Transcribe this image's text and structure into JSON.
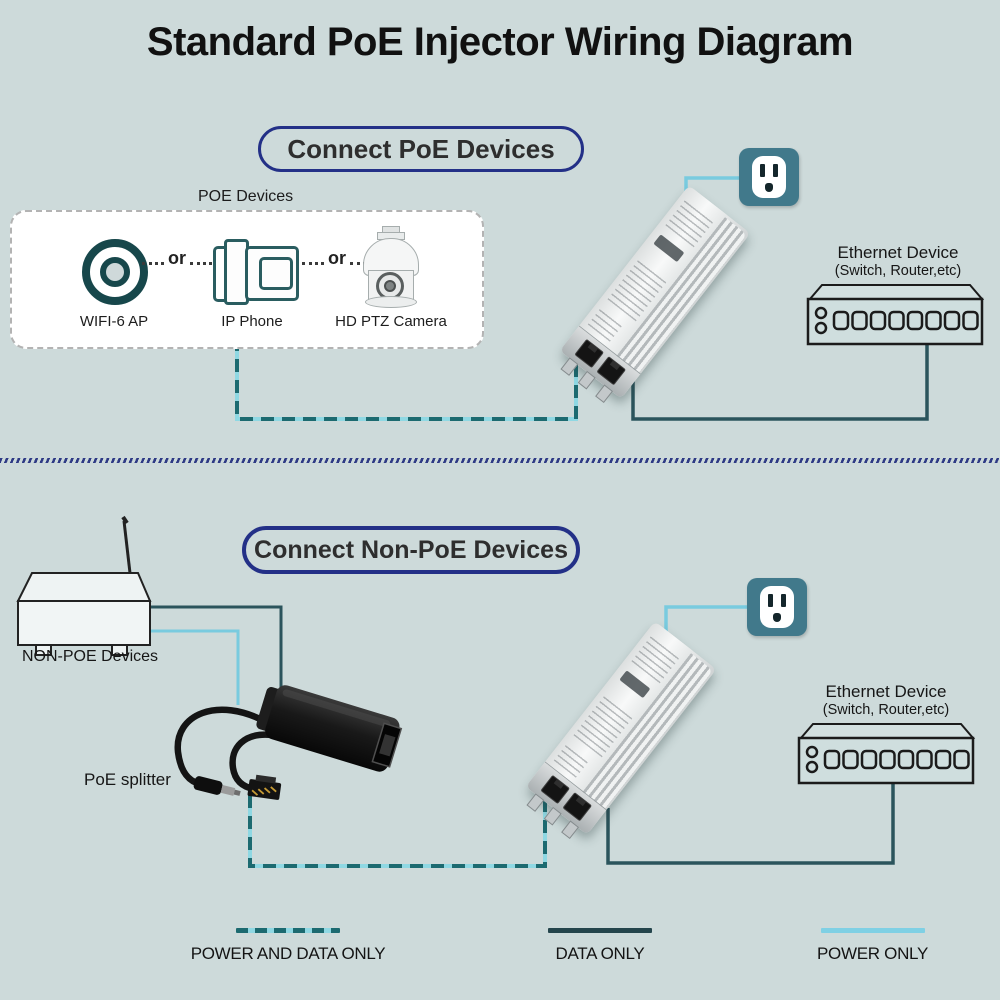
{
  "title": "Standard PoE Injector Wiring Diagram",
  "sections": {
    "poe": {
      "badge": "Connect PoE Devices",
      "devices_box": {
        "label": "POE Devices",
        "separator": "or",
        "devices": [
          {
            "name": "WIFI-6 AP",
            "icon": "wifi-ap-icon"
          },
          {
            "name": "IP Phone",
            "icon": "ip-phone-icon"
          },
          {
            "name": "HD PTZ Camera",
            "icon": "ptz-camera-icon"
          }
        ]
      },
      "ethernet_device": {
        "title": "Ethernet Device",
        "subtitle": "(Switch, Router,etc)"
      }
    },
    "non_poe": {
      "badge": "Connect Non-PoE Devices",
      "router_label": "NON-POE Devices",
      "splitter_label": "PoE splitter",
      "ethernet_device": {
        "title": "Ethernet Device",
        "subtitle": "(Switch, Router,etc)"
      }
    }
  },
  "legend": {
    "items": [
      {
        "label": "POWER AND DATA ONLY",
        "line_style": "dashed",
        "color": "#1c6a70"
      },
      {
        "label": "DATA ONLY",
        "line_style": "solid",
        "color": "#24454c"
      },
      {
        "label": "POWER ONLY",
        "line_style": "solid",
        "color": "#7fd0e4"
      }
    ]
  },
  "colors": {
    "background": "#cddada",
    "badge_border": "#233087",
    "outlet_teal": "#41798b",
    "device_stroke": "#2a5d60",
    "power_wire": "#79cbdf",
    "data_wire": "#2b545c",
    "power_data_dash": "#1c6a70"
  }
}
